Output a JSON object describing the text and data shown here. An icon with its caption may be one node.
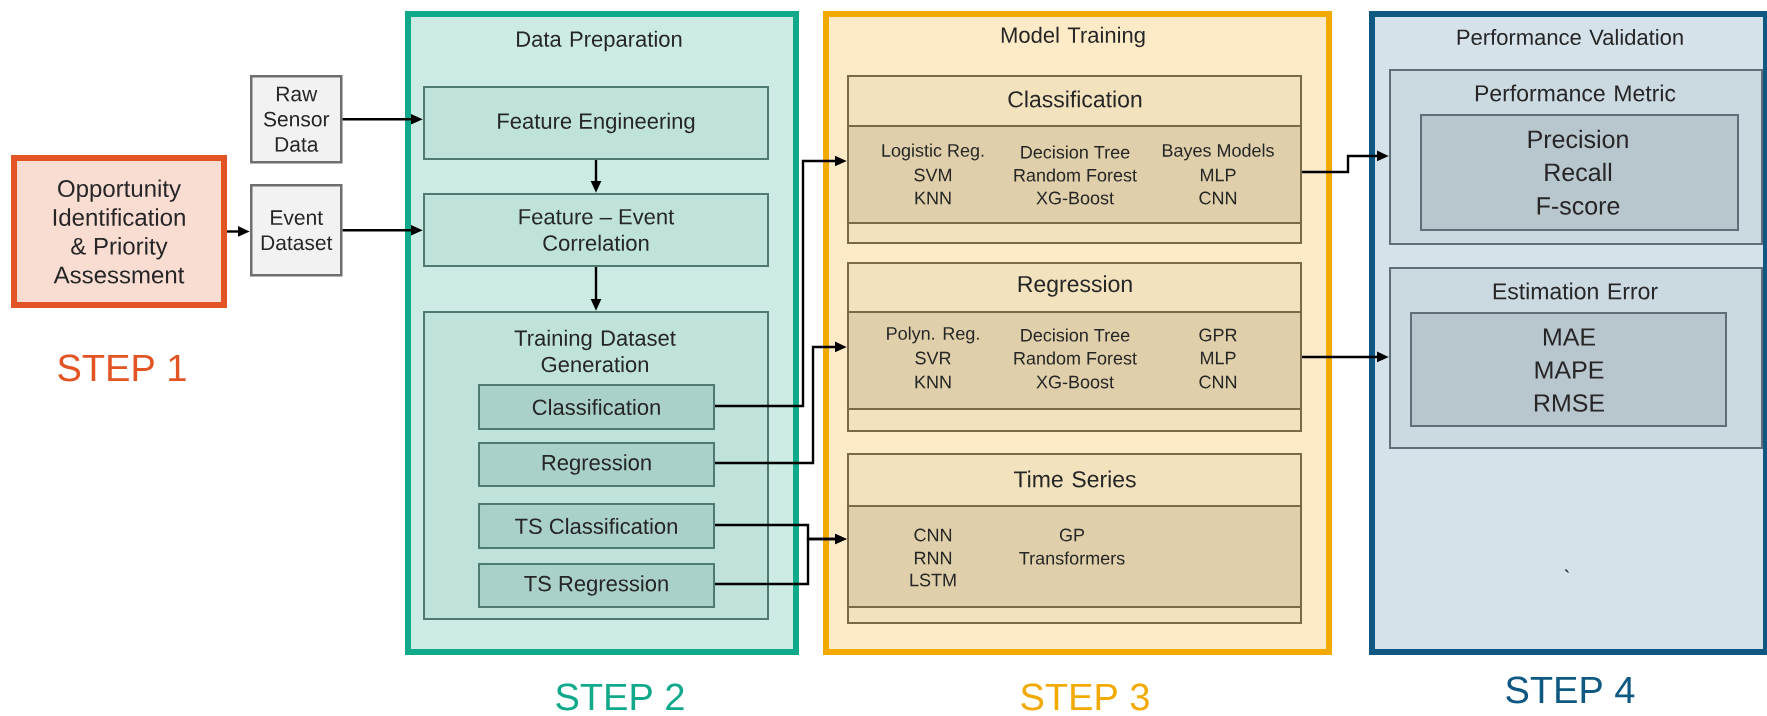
{
  "diagram": {
    "nodes": [
      {
        "text": [
          "Opportunity Identification & Priority Assessment"
        ],
        "beside": [
          "STEP 1"
        ]
      },
      {
        "text": [
          "Raw Sensor Data"
        ]
      },
      {
        "text": [
          "Event Dataset"
        ]
      },
      {
        "text": [
          "Data Preparation"
        ],
        "beside": [
          "STEP 2"
        ]
      },
      {
        "text": [
          "Feature Engineering"
        ],
        "in": 3
      },
      {
        "text": [
          "Feature – Event Correlation"
        ],
        "in": 3
      },
      {
        "text": [
          "Training Dataset Generation"
        ],
        "in": 3
      },
      {
        "text": [
          "Classification"
        ],
        "in": 6
      },
      {
        "text": [
          "Regression"
        ],
        "in": 6
      },
      {
        "text": [
          "TS Classification"
        ],
        "in": 6
      },
      {
        "text": [
          "TS Regression"
        ],
        "in": 6
      },
      {
        "text": [
          "Model Training"
        ],
        "beside": [
          "STEP 3"
        ]
      },
      {
        "text": [
          "Classification"
        ],
        "in": 11
      },
      {
        "text": [
          "Logistic Reg.",
          "SVM",
          "KNN",
          "Decision Tree",
          "Random Forest",
          "XG-Boost",
          "Bayes Models",
          "MLP",
          "CNN"
        ],
        "in": 12
      },
      {
        "text": [
          "Regression"
        ],
        "in": 11
      },
      {
        "text": [
          "Polyn. Reg.",
          "SVR",
          "KNN",
          "Decision Tree",
          "Random Forest",
          "XG-Boost",
          "GPR",
          "MLP",
          "CNN"
        ],
        "in": 14
      },
      {
        "text": [
          "Time Series"
        ],
        "in": 11
      },
      {
        "text": [
          "CNN",
          "RNN",
          "LSTM",
          "GP",
          "Transformers"
        ],
        "in": 16
      },
      {
        "text": [
          "Performance Validation"
        ],
        "beside": [
          "STEP 4"
        ]
      },
      {
        "text": [
          "Performance Metric"
        ],
        "in": 18
      },
      {
        "text": [
          "Precision",
          "Recall",
          "F-score"
        ],
        "in": 19
      },
      {
        "text": [
          "Estimation Error"
        ],
        "in": 18
      },
      {
        "text": [
          "MAE",
          "MAPE",
          "RMSE"
        ],
        "in": 21
      }
    ],
    "edges": [
      {
        "from": 0,
        "to": 2,
        "arrow": "to"
      },
      {
        "from": 1,
        "to": 4,
        "arrow": "to"
      },
      {
        "from": 2,
        "to": 5,
        "arrow": "to"
      },
      {
        "from": 4,
        "to": 5,
        "arrow": "to"
      },
      {
        "from": 5,
        "to": 6,
        "arrow": "to"
      },
      {
        "from": 7,
        "to": 13,
        "arrow": "to"
      },
      {
        "from": 8,
        "to": 15,
        "arrow": "to"
      },
      {
        "from": 9,
        "to": 17,
        "arrow": "to"
      },
      {
        "from": 10,
        "to": 17,
        "arrow": "to"
      },
      {
        "from": 13,
        "to": 19,
        "arrow": "to"
      },
      {
        "from": 15,
        "to": 21,
        "arrow": "to"
      }
    ],
    "labels": [
      "`"
    ]
  }
}
